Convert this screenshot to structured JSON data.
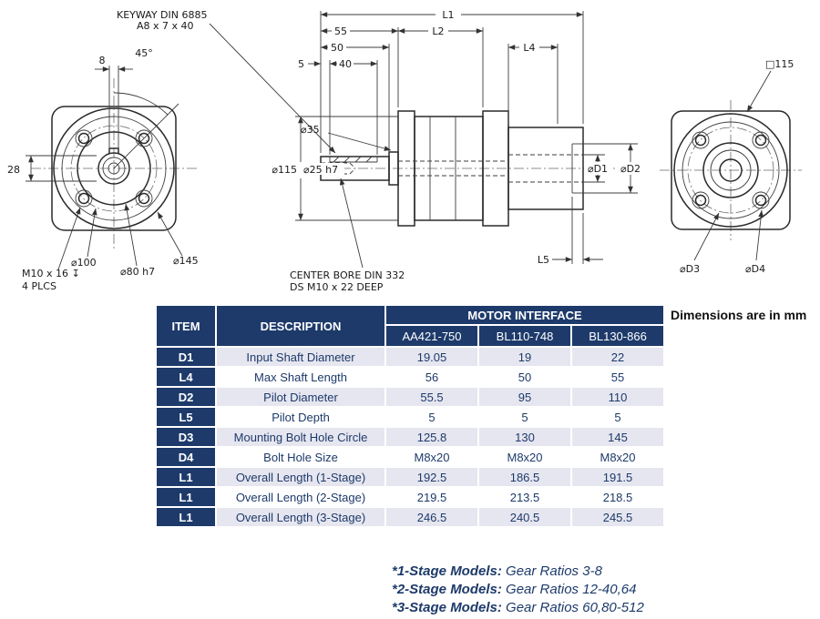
{
  "colors": {
    "navy": "#1d3a6a",
    "rowAlt": "#e6e6f0",
    "line": "#333333"
  },
  "notes": {
    "units": "Dimensions are in mm"
  },
  "drawing": {
    "labels": {
      "keyway1": "KEYWAY DIN 6885",
      "keyway2": "A8 x 7 x 40",
      "angle45": "45°",
      "dim8": "8",
      "dim28": "28",
      "dia100": "⌀100",
      "dia80": "⌀80 h7",
      "dia145": "⌀145",
      "m10": "M10 x 16 ↧",
      "plcs": "4 PLCS",
      "l1": "L1",
      "d55": "55",
      "l2": "L2",
      "d50": "50",
      "d40": "40",
      "d5": "5",
      "l4": "L4",
      "dia35": "⌀35",
      "dia115": "⌀115",
      "dia25": "⌀25 h7",
      "dd1": "⌀D1",
      "dd2": "⌀D2",
      "l5": "L5",
      "cbore1": "CENTER BORE DIN 332",
      "cbore2": "DS M10 x 22 DEEP",
      "sq115": "□115",
      "dd3": "⌀D3",
      "dd4": "⌀D4"
    }
  },
  "table": {
    "header": {
      "item": "ITEM",
      "description": "DESCRIPTION",
      "group": "MOTOR INTERFACE",
      "models": [
        "AA421-750",
        "BL110-748",
        "BL130-866"
      ]
    },
    "rows": [
      {
        "item": "D1",
        "description": "Input Shaft Diameter",
        "values": [
          "19.05",
          "19",
          "22"
        ]
      },
      {
        "item": "L4",
        "description": "Max Shaft Length",
        "values": [
          "56",
          "50",
          "55"
        ]
      },
      {
        "item": "D2",
        "description": "Pilot Diameter",
        "values": [
          "55.5",
          "95",
          "110"
        ]
      },
      {
        "item": "L5",
        "description": "Pilot Depth",
        "values": [
          "5",
          "5",
          "5"
        ]
      },
      {
        "item": "D3",
        "description": "Mounting Bolt Hole Circle",
        "values": [
          "125.8",
          "130",
          "145"
        ]
      },
      {
        "item": "D4",
        "description": "Bolt Hole Size",
        "values": [
          "M8x20",
          "M8x20",
          "M8x20"
        ]
      },
      {
        "item": "L1",
        "description": "Overall Length (1-Stage)",
        "values": [
          "192.5",
          "186.5",
          "191.5"
        ]
      },
      {
        "item": "L1",
        "description": "Overall Length (2-Stage)",
        "values": [
          "219.5",
          "213.5",
          "218.5"
        ]
      },
      {
        "item": "L1",
        "description": "Overall Length (3-Stage)",
        "values": [
          "246.5",
          "240.5",
          "245.5"
        ]
      }
    ]
  },
  "footnotes": [
    {
      "label": "*1-Stage Models:",
      "text": " Gear Ratios 3-8"
    },
    {
      "label": "*2-Stage Models:",
      "text": " Gear Ratios 12-40,64"
    },
    {
      "label": "*3-Stage Models:",
      "text": " Gear Ratios 60,80-512"
    }
  ]
}
